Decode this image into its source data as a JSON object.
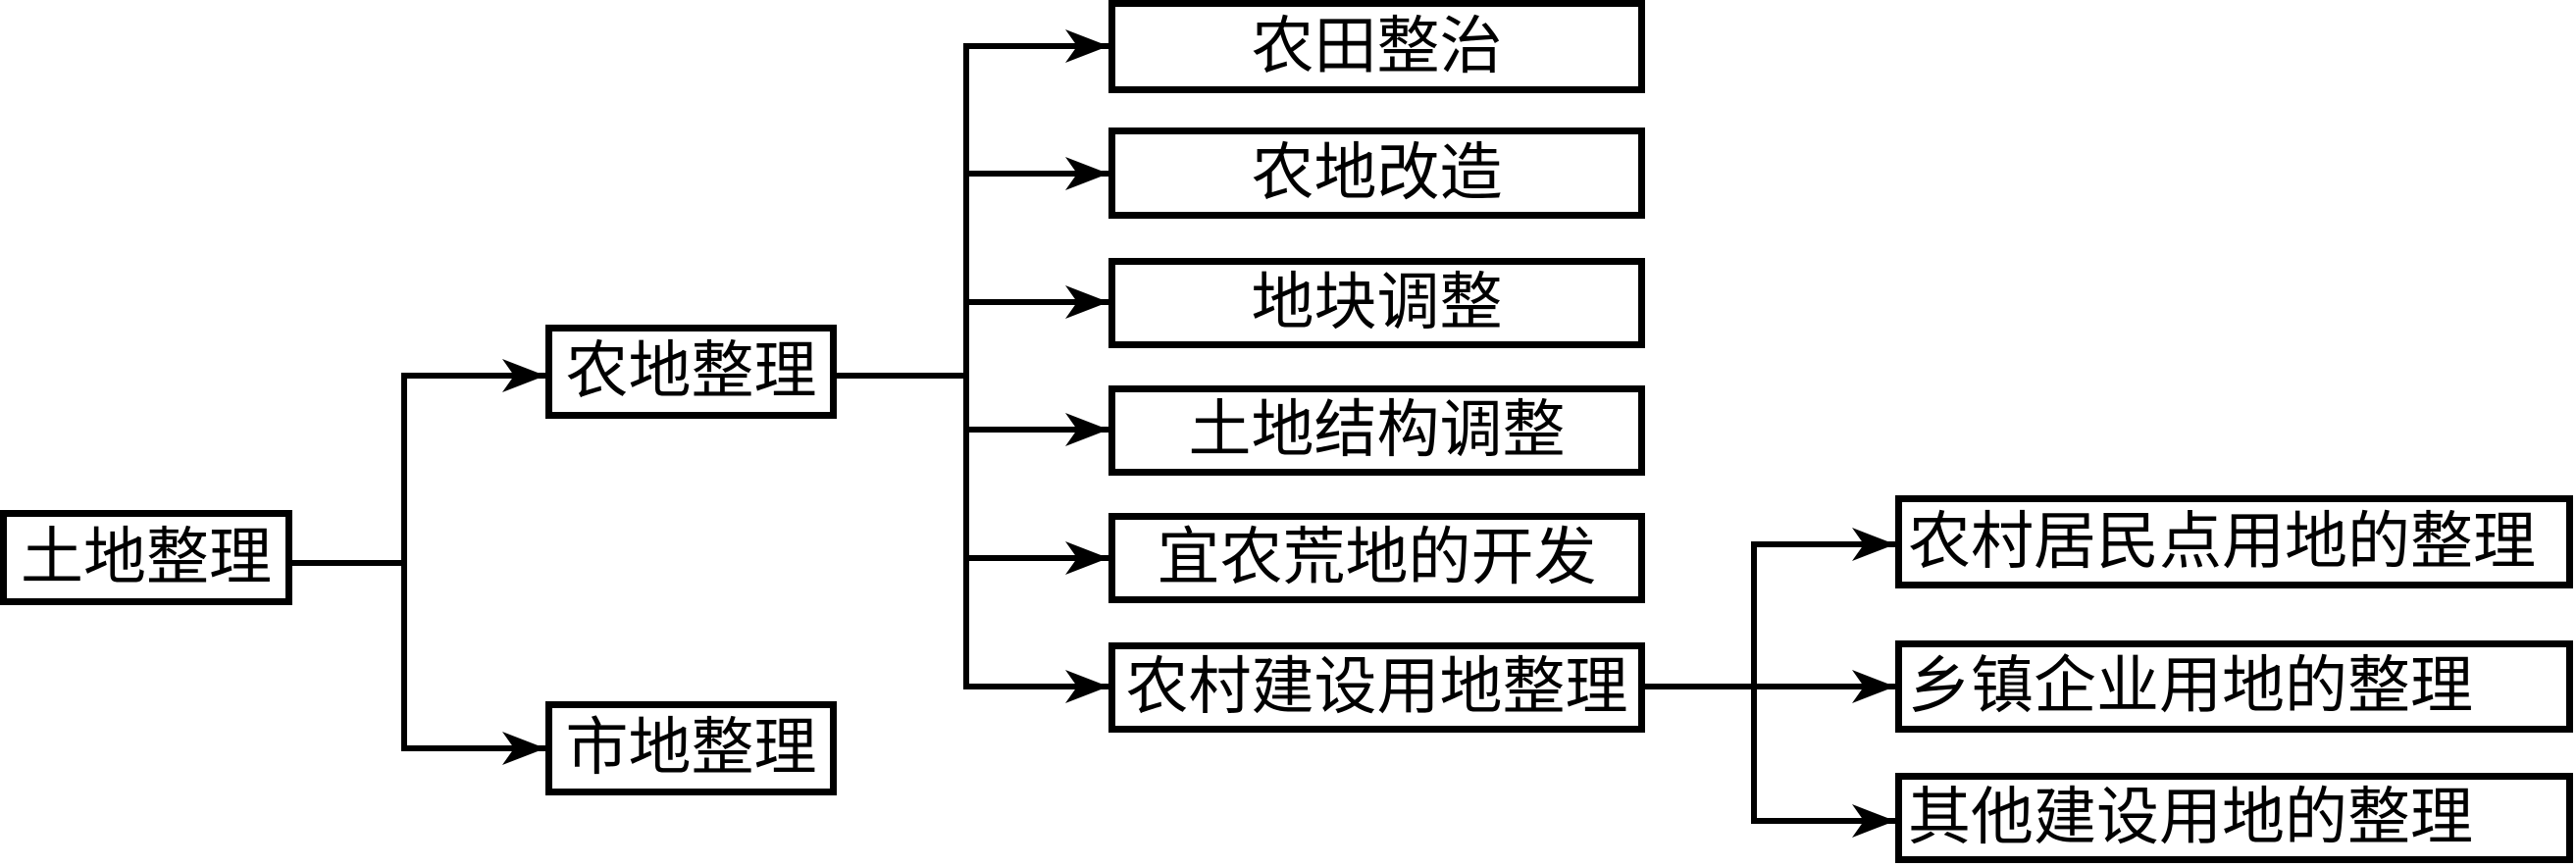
{
  "diagram": {
    "type": "tree",
    "root": {
      "id": "n0",
      "label": "土地整理"
    },
    "level1": [
      {
        "id": "n1",
        "label": "农地整理",
        "parent": "n0"
      },
      {
        "id": "n2",
        "label": "市地整理",
        "parent": "n0"
      }
    ],
    "level2": [
      {
        "id": "n3",
        "label": "农田整治",
        "parent": "n1"
      },
      {
        "id": "n4",
        "label": "农地改造",
        "parent": "n1"
      },
      {
        "id": "n5",
        "label": "地块调整",
        "parent": "n1"
      },
      {
        "id": "n6",
        "label": "土地结构调整",
        "parent": "n1"
      },
      {
        "id": "n7",
        "label": "宜农荒地的开发",
        "parent": "n1"
      },
      {
        "id": "n8",
        "label": "农村建设用地整理",
        "parent": "n1"
      }
    ],
    "level3": [
      {
        "id": "n9",
        "label": "农村居民点用地的整理",
        "parent": "n8"
      },
      {
        "id": "n10",
        "label": "乡镇企业用地的整理",
        "parent": "n8"
      },
      {
        "id": "n11",
        "label": "其他建设用地的整理",
        "parent": "n8"
      }
    ],
    "colors": {
      "stroke": "#000000",
      "fill": "#ffffff",
      "text": "#000000"
    }
  }
}
